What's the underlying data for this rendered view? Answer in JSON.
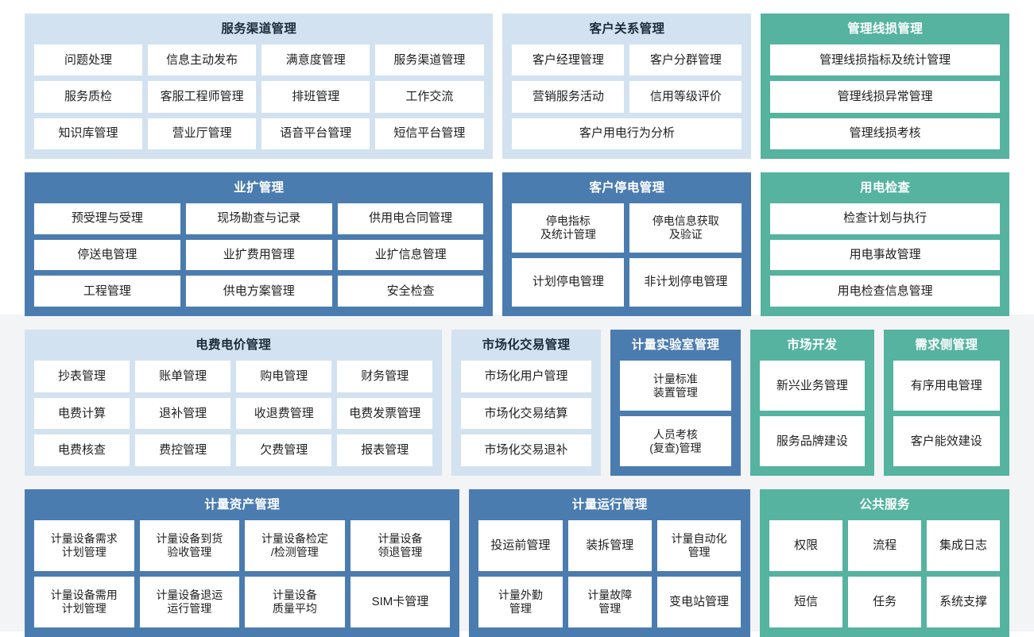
{
  "colors": {
    "blue_light": "#d3e2f0",
    "blue_dark": "#4b7cb0",
    "teal": "#55b3a0",
    "tile_bg": "#ffffff",
    "page_bg": "#ffffff",
    "band_bg": "#f3f4f6"
  },
  "rows": [
    {
      "panels": [
        {
          "title": "服务渠道管理",
          "style": "blue-light",
          "flex": 7.05,
          "grid": [
            [
              "问题处理",
              "信息主动发布",
              "满意度管理",
              "服务渠道管理"
            ],
            [
              "服务质检",
              "客服工程师管理",
              "排班管理",
              "工作交流"
            ],
            [
              "知识库管理",
              "营业厅管理",
              "语音平台管理",
              "短信平台管理"
            ]
          ]
        },
        {
          "title": "客户关系管理",
          "style": "blue-light",
          "flex": 3.6,
          "grid": [
            [
              "客户经理管理",
              "客户分群管理"
            ],
            [
              "营销服务活动",
              "信用等级评价"
            ],
            [
              "客户用电行为分析"
            ]
          ]
        },
        {
          "title": "管理线损管理",
          "style": "teal",
          "flex": 3.6,
          "grid": [
            [
              "管理线损指标及统计管理"
            ],
            [
              "管理线损异常管理"
            ],
            [
              "管理线损考核"
            ]
          ]
        }
      ]
    },
    {
      "panels": [
        {
          "title": "业扩管理",
          "style": "blue-dark",
          "flex": 7.05,
          "grid": [
            [
              "预受理与受理",
              "现场勘查与记录",
              "供用电合同管理"
            ],
            [
              "停送电管理",
              "业扩费用管理",
              "业扩信息管理"
            ],
            [
              "工程管理",
              "供电方案管理",
              "安全检查"
            ]
          ]
        },
        {
          "title": "客户停电管理",
          "style": "blue-dark",
          "flex": 3.6,
          "grid": [
            [
              "停电指标\n及统计管理",
              "停电信息获取\n及验证"
            ],
            [
              "计划停电管理",
              "非计划停电管理"
            ]
          ]
        },
        {
          "title": "用电检查",
          "style": "teal",
          "flex": 3.6,
          "grid": [
            [
              "检查计划与执行"
            ],
            [
              "用电事故管理"
            ],
            [
              "用电检查信息管理"
            ]
          ]
        }
      ]
    },
    {
      "panels": [
        {
          "title": "电费电价管理",
          "style": "blue-light",
          "flex": 6.6,
          "grid": [
            [
              "抄表管理",
              "账单管理",
              "购电管理",
              "财务管理"
            ],
            [
              "电费计算",
              "退补管理",
              "收退费管理",
              "电费发票管理"
            ],
            [
              "电费核查",
              "费控管理",
              "欠费管理",
              "报表管理"
            ]
          ]
        },
        {
          "title": "市场化交易管理",
          "style": "blue-light",
          "flex": 2.15,
          "grid": [
            [
              "市场化用户管理"
            ],
            [
              "市场化交易结算"
            ],
            [
              "市场化交易退补"
            ]
          ]
        },
        {
          "title": "计量实验室管理",
          "style": "blue-dark",
          "flex": 1.85,
          "grid": [
            [
              "计量标准\n装置管理"
            ],
            [
              "人员考核\n(复查)管理"
            ]
          ]
        },
        {
          "title": "市场开发",
          "style": "teal",
          "flex": 1.73,
          "grid": [
            [
              "新兴业务管理"
            ],
            [
              "服务品牌建设"
            ]
          ]
        },
        {
          "title": "需求侧管理",
          "style": "teal",
          "flex": 1.77,
          "grid": [
            [
              "有序用电管理"
            ],
            [
              "客户能效建设"
            ]
          ]
        }
      ]
    },
    {
      "panels": [
        {
          "title": "计量资产管理",
          "style": "blue-dark",
          "flex": 6.5,
          "grid": [
            [
              "计量设备需求\n计划管理",
              "计量设备到货\n验收管理",
              "计量设备检定\n/检测管理",
              "计量设备\n领退管理"
            ],
            [
              "计量设备需用\n计划管理",
              "计量设备退运\n运行管理",
              "计量设备\n质量平均",
              "SIM卡管理"
            ]
          ]
        },
        {
          "title": "计量运行管理",
          "style": "blue-dark",
          "flex": 4.1,
          "grid": [
            [
              "投运前管理",
              "装拆管理",
              "计量自动化\n管理"
            ],
            [
              "计量外勤\n管理",
              "计量故障\n管理",
              "变电站管理"
            ]
          ]
        },
        {
          "title": "公共服务",
          "style": "teal",
          "flex": 3.6,
          "grid": [
            [
              "权限",
              "流程",
              "集成日志"
            ],
            [
              "短信",
              "任务",
              "系统支撑"
            ]
          ]
        }
      ]
    }
  ]
}
